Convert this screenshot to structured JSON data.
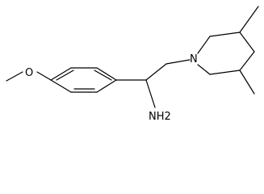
{
  "structure": {
    "atoms": {
      "oxygen": "O",
      "amine": "NH2",
      "ring_nitrogen": "N"
    }
  },
  "colors": {
    "background": "#ffffff",
    "bond": "#000000",
    "label": "#000000"
  }
}
